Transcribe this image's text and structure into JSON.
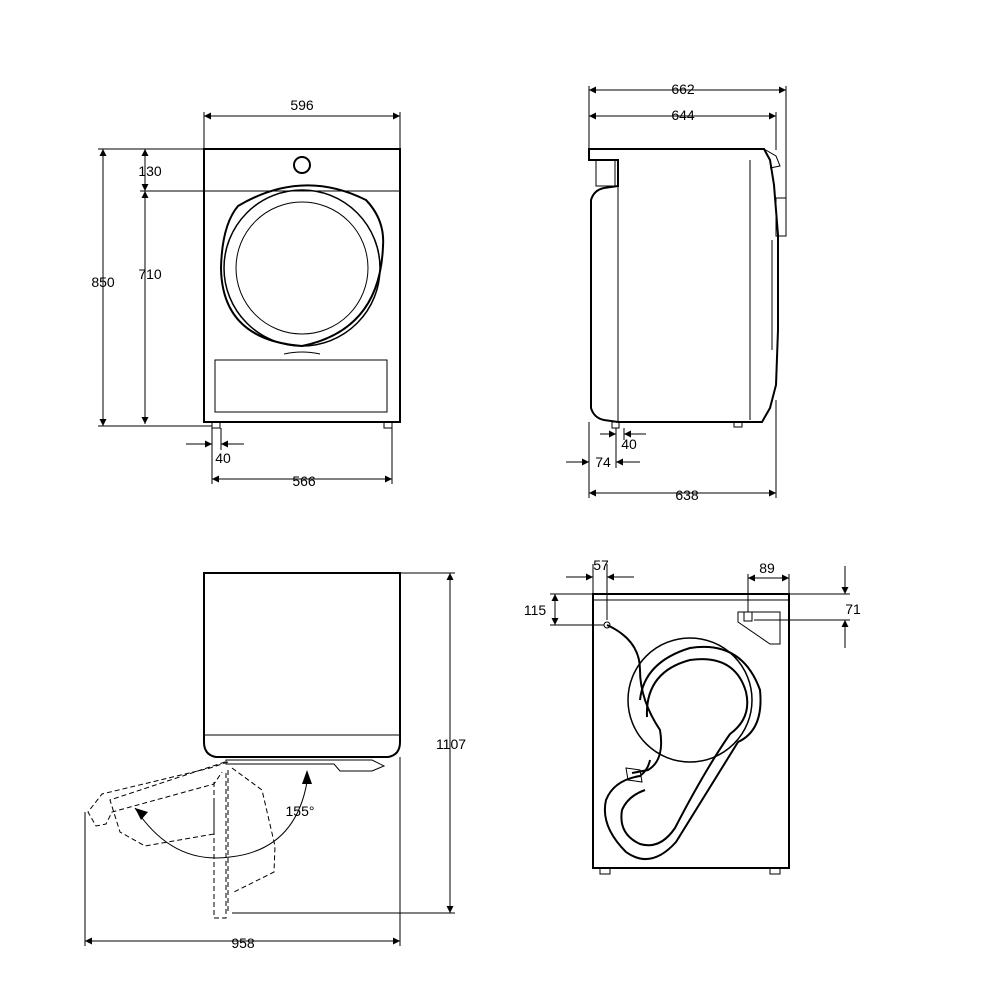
{
  "dimensions": {
    "front_width": "596",
    "front_top_panel": "130",
    "front_body_height": "710",
    "front_total_height": "850",
    "front_foot_offset": "40",
    "front_feet_span": "566",
    "side_total_depth": "662",
    "side_body_depth": "644",
    "side_foot_offset": "40",
    "side_back_offset": "74",
    "side_feet_depth": "638",
    "open_total_height": "1107",
    "open_total_width": "958",
    "door_angle": "155°",
    "back_left_offset": "57",
    "back_left_drop": "115",
    "back_right_offset": "89",
    "back_right_drop": "71"
  },
  "colors": {
    "line": "#000000",
    "background": "#ffffff"
  }
}
